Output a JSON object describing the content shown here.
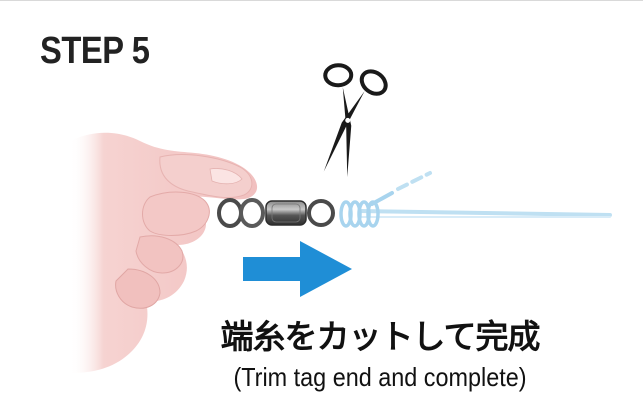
{
  "header": {
    "step_label": "STEP 5"
  },
  "caption": {
    "japanese": "端糸をカットして完成",
    "english": "(Trim tag end and complete)"
  },
  "icons": {
    "hand": "hand-illustration",
    "swivel": "swivel-icon",
    "scissors": "scissors-icon",
    "arrow": "right-arrow-icon"
  },
  "colors": {
    "line": "#bfe0f2",
    "knot": "#a8d4ee",
    "arrow": "#1f8ed6",
    "skin": "#f3c4c4",
    "metal": "#4a4a4a",
    "text": "#111111"
  }
}
